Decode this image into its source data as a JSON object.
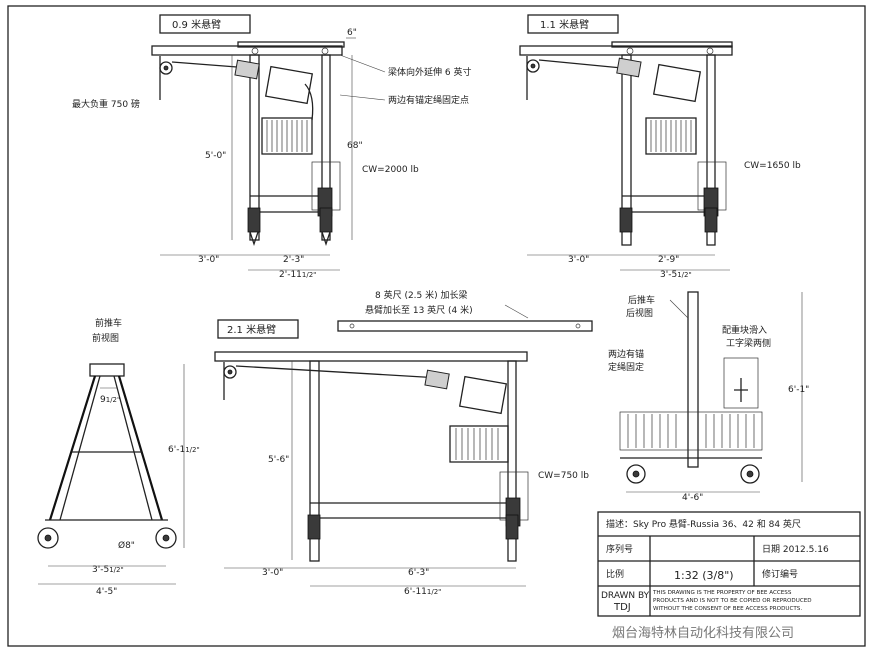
{
  "views": {
    "top_left": {
      "title": "0.9 米悬臂",
      "notes": [
        "6\"",
        "梁体向外延伸 6 英寸",
        "两边有锚定绳固定点"
      ],
      "max_load": "最大负重 750 磅",
      "height_5_0": "5'-0\"",
      "height_68": "68\"",
      "cw": "CW=2000 lb",
      "dim_3_0": "3'-0\"",
      "dim_2_3": "2'-3\"",
      "dim_2_11": "2'-11",
      "frac": "1/2\""
    },
    "top_right": {
      "title": "1.1 米悬臂",
      "cw": "CW=1650 lb",
      "dim_3_0": "3'-0\"",
      "dim_2_9": "2'-9\"",
      "dim_3_5": "3'-5",
      "frac": "1/2\""
    },
    "extension": {
      "line1": "8 英尺 (2.5 米) 加长梁",
      "line2": "悬臂加长至 13 英尺 (4 米)"
    },
    "front": {
      "title_line1": "前推车",
      "title_line2": "前视图",
      "dim_9": "9",
      "frac9": "1/2\"",
      "dim_6_1": "6'-1",
      "frac61": "1/2\"",
      "wheel": "Ø8\"",
      "dim_3_5": "3'-5",
      "frac35": "1/2\"",
      "dim_4_5": "4'-5\""
    },
    "bottom_center": {
      "title": "2.1 米悬臂",
      "height_5_6": "5'-6\"",
      "cw": "CW=750 lb",
      "dim_3_0": "3'-0\"",
      "dim_6_3": "6'-3\"",
      "dim_6_11": "6'-11",
      "frac": "1/2\""
    },
    "rear": {
      "title_line1": "后推车",
      "title_line2": "后视图",
      "anchor_line1": "两边有锚",
      "anchor_line2": "定绳固定",
      "cw_line1": "配重块滑入",
      "cw_line2": "工字梁两侧",
      "dim_6_1": "6'-1\"",
      "dim_4_6": "4'-6\""
    }
  },
  "title_block": {
    "description": "描述：Sky Pro 悬臂-Russia 36、42 和 84 英尺",
    "serial_label": "序列号",
    "date_label": "日期 2012.5.16",
    "scale_label": "比例",
    "scale_value": "1:32 (3/8\")",
    "revision_label": "修订编号",
    "drawn_by": "DRAWN BY",
    "drawer": "TDJ",
    "notice_1": "THIS DRAWING IS THE PROPERTY OF BEE ACCESS",
    "notice_2": "PRODUCTS AND IS NOT TO BE COPIED OR REPRODUCED",
    "notice_3": "WITHOUT THE CONSENT OF BEE ACCESS PRODUCTS."
  },
  "watermark": "烟台海特林自动化科技有限公司"
}
